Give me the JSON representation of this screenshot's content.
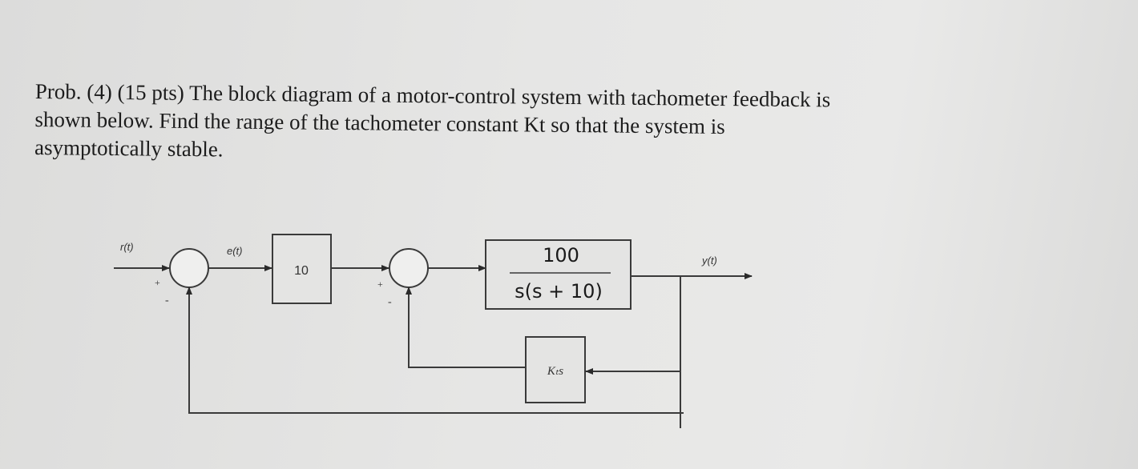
{
  "problem": {
    "lines": [
      "Prob. (4) (15 pts) The block diagram of a motor-control system with tachometer feedback is",
      "shown below. Find the range of the tachometer constant Kt so that the system is",
      "asymptotically stable."
    ]
  },
  "diagram": {
    "input_label": "r(t)",
    "error_label": "e(t)",
    "output_label": "y(t)",
    "gain_block": "10",
    "plant_numerator": "100",
    "plant_denominator": "s(s + 10)",
    "tach_block": "Kₜs",
    "sum1_plus": "+",
    "sum1_minus": "-",
    "sum2_plus": "+",
    "sum2_minus": "-"
  }
}
